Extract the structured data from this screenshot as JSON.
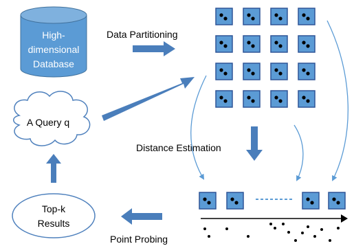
{
  "database": {
    "lines": [
      "High-",
      "dimensional",
      "Database"
    ]
  },
  "query": {
    "label": "A Query q"
  },
  "results": {
    "lines": [
      "Top-k",
      "Results"
    ]
  },
  "edges": {
    "data_partitioning": "Data Partitioning",
    "distance_estimation": "Distance Estimation",
    "point_probing": "Point Probing"
  },
  "grid": {
    "rows": 4,
    "cols": 4
  },
  "colors": {
    "cylinder_fill": "#5B9BD5",
    "cylinder_top": "#7FB1DE",
    "cell_fill": "#5B9BD5",
    "cell_border": "#2F5597",
    "arrow_fill": "#4A7EBB",
    "curve": "#5B9BD5",
    "cloud_stroke": "#4F81BD",
    "text": "#000000"
  }
}
